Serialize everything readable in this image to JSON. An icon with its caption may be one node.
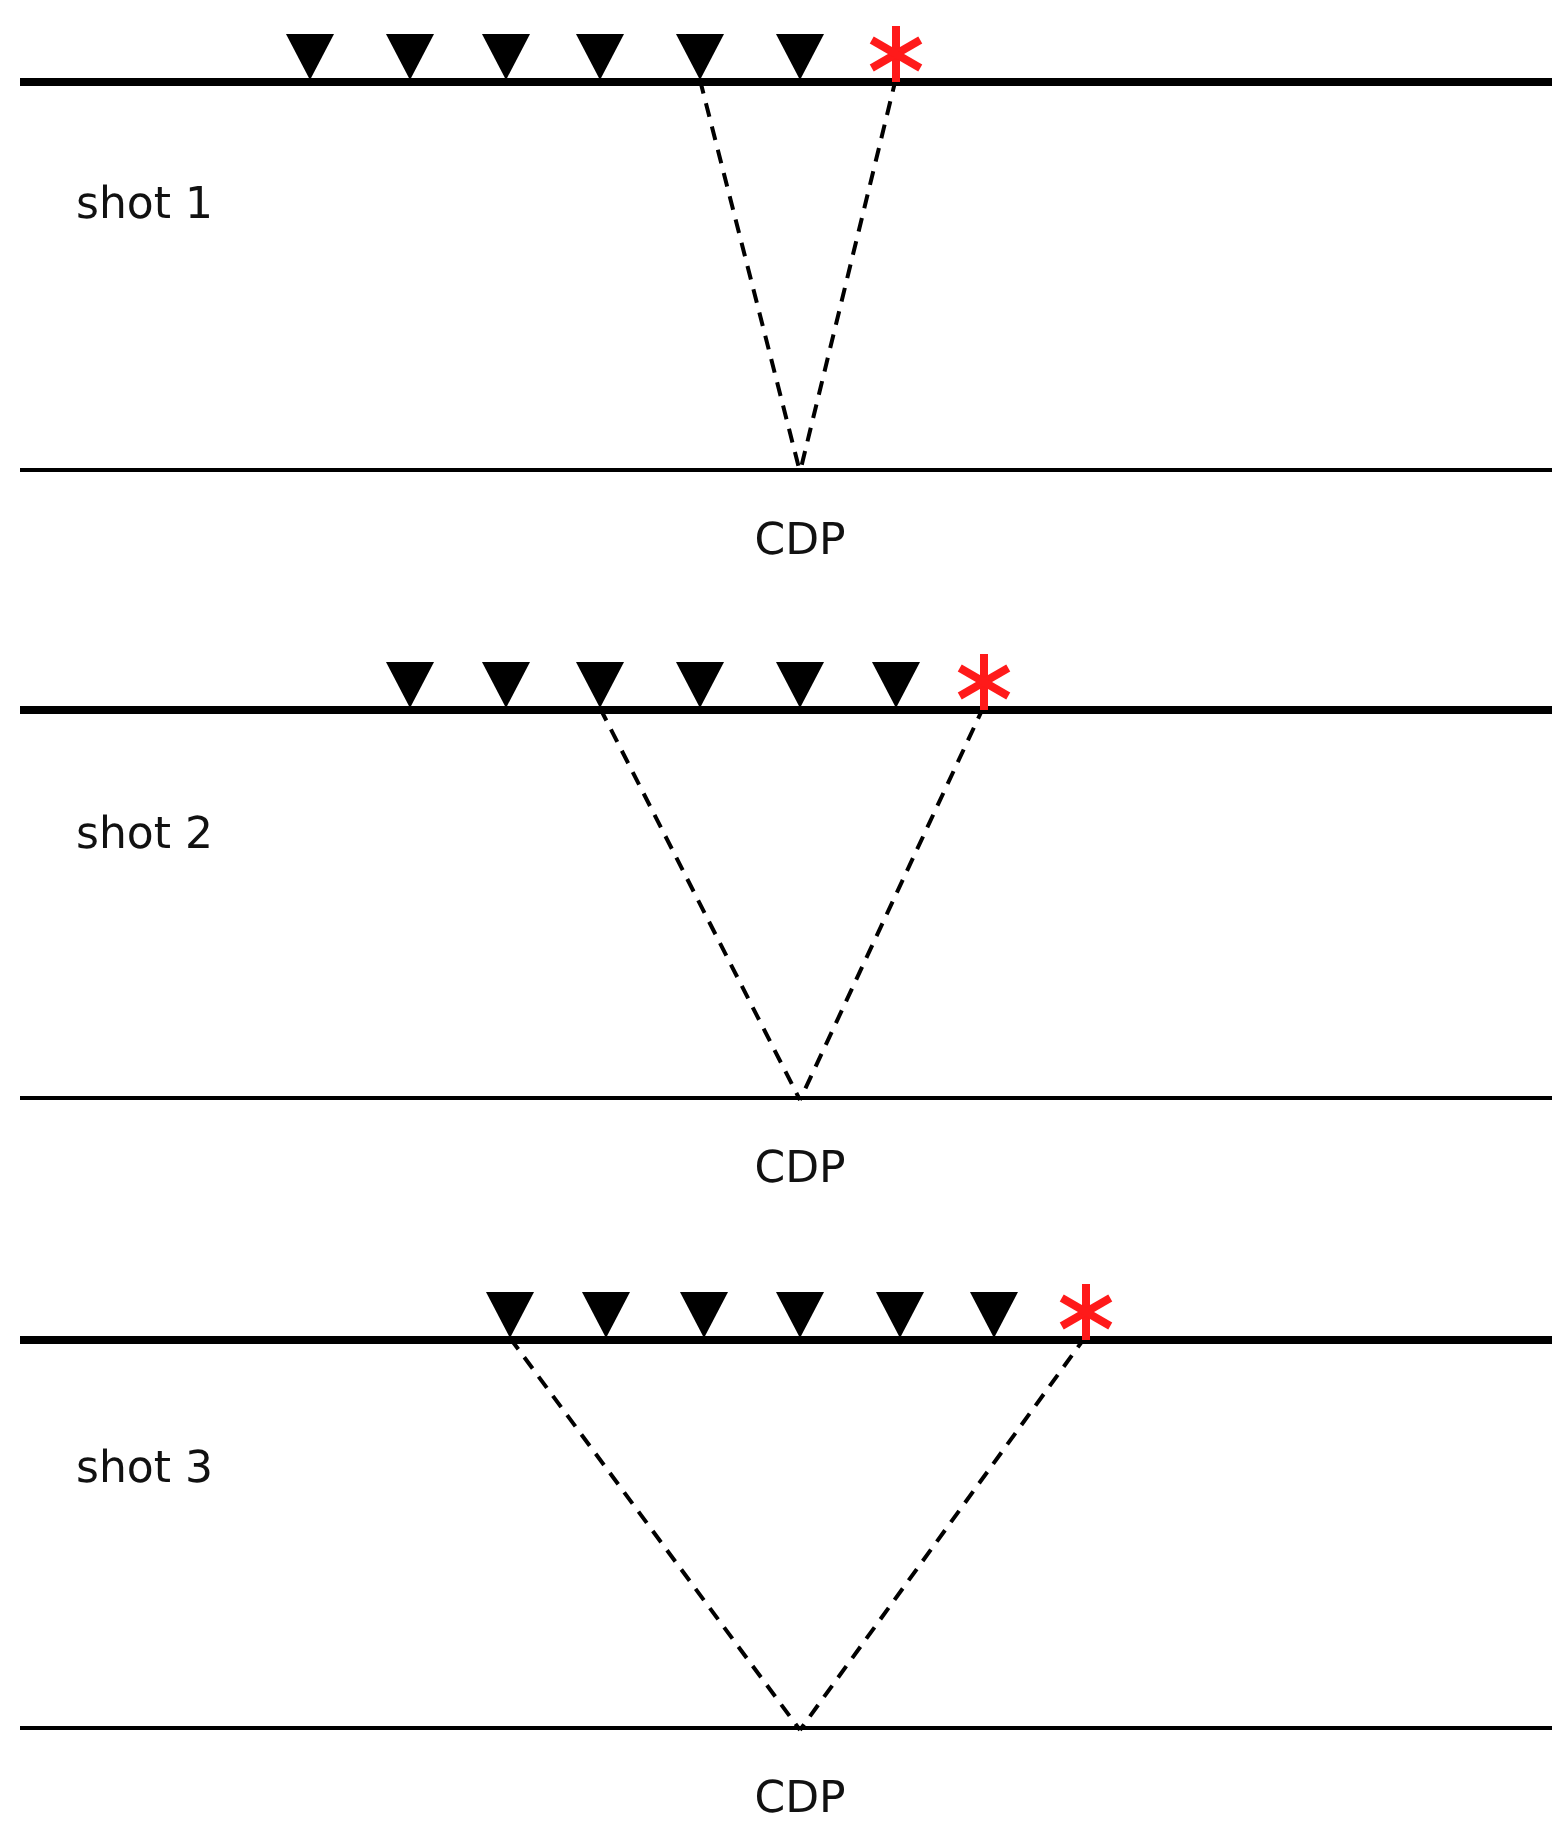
{
  "diagram": {
    "nodes": [
      {
        "text": [],
        "shape": "triangle"
      },
      {
        "text": [],
        "shape": "triangle"
      },
      {
        "text": [],
        "shape": "triangle"
      },
      {
        "text": [],
        "shape": "triangle"
      },
      {
        "text": [],
        "shape": "triangle"
      },
      {
        "text": [],
        "shape": "triangle"
      },
      {
        "text": [],
        "shape": "star"
      },
      {
        "text": [
          "CDP"
        ]
      },
      {
        "text": [],
        "shape": "triangle"
      },
      {
        "text": [],
        "shape": "triangle"
      },
      {
        "text": [],
        "shape": "triangle"
      },
      {
        "text": [],
        "shape": "triangle"
      },
      {
        "text": [],
        "shape": "triangle"
      },
      {
        "text": [],
        "shape": "triangle"
      },
      {
        "text": [],
        "shape": "star"
      },
      {
        "text": [
          "CDP"
        ]
      },
      {
        "text": [],
        "shape": "triangle"
      },
      {
        "text": [],
        "shape": "triangle"
      },
      {
        "text": [],
        "shape": "triangle"
      },
      {
        "text": [],
        "shape": "triangle"
      },
      {
        "text": [],
        "shape": "triangle"
      },
      {
        "text": [],
        "shape": "triangle"
      },
      {
        "text": [],
        "shape": "star"
      },
      {
        "text": [
          "CDP"
        ]
      }
    ],
    "edges": [
      {
        "from": 4,
        "to": 7,
        "arrow": "none",
        "style": "dashed"
      },
      {
        "from": 6,
        "to": 7,
        "arrow": "none",
        "style": "dashed"
      },
      {
        "from": 10,
        "to": 15,
        "arrow": "none",
        "style": "dashed"
      },
      {
        "from": 14,
        "to": 15,
        "arrow": "none",
        "style": "dashed"
      },
      {
        "from": 16,
        "to": 23,
        "arrow": "none",
        "style": "dashed"
      },
      {
        "from": 22,
        "to": 23,
        "arrow": "none",
        "style": "dashed"
      }
    ],
    "labels": [
      "shot 1",
      "shot 2",
      "shot 3"
    ]
  }
}
